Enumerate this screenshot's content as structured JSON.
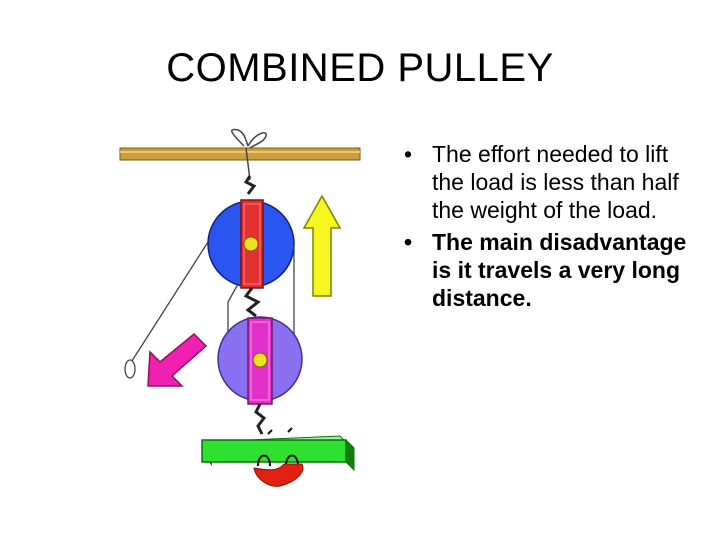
{
  "slide": {
    "title": "COMBINED PULLEY",
    "bullets": [
      {
        "marker": "•",
        "text": "The effort needed to lift the load is less than half the weight of the load."
      },
      {
        "marker": "•",
        "text": " The main disadvantage is it travels a very long distance."
      }
    ]
  },
  "illustration": {
    "icons": [
      "ceiling-beam",
      "rope-knot",
      "fixed-pulley",
      "movable-pulley",
      "up-arrow",
      "down-left-arrow",
      "pull-ring",
      "load-block",
      "load-weight"
    ],
    "colors": {
      "beam": "#c8a040",
      "fixed_pulley_wheel": "#2a55f0",
      "fixed_pulley_frame": "#e03030",
      "movable_pulley_wheel": "#8a6ff0",
      "movable_pulley_frame": "#e030c8",
      "axle": "#f0e020",
      "up_arrow": "#f5f520",
      "effort_arrow": "#f020b0",
      "load_block": "#30e030",
      "load_weight": "#e02010"
    }
  }
}
